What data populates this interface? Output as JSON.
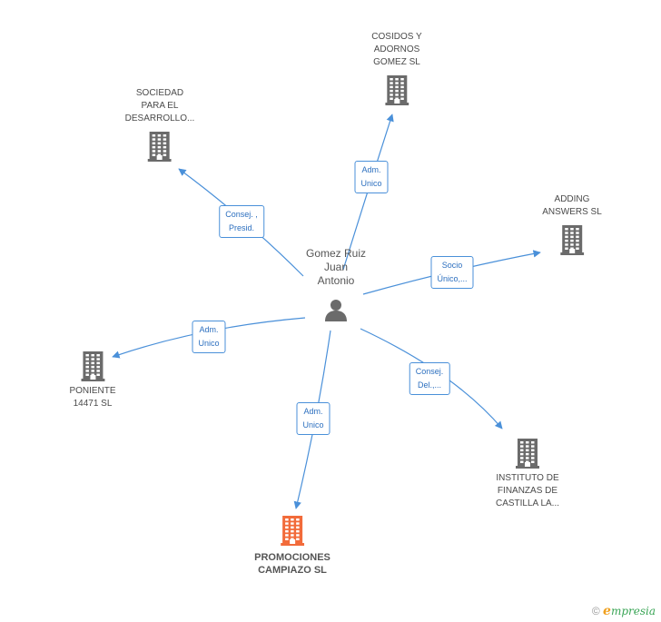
{
  "center": {
    "name_lines": [
      "Gomez Ruiz",
      "Juan",
      "Antonio"
    ],
    "icon": "person-icon"
  },
  "companies": [
    {
      "id": "sociedad",
      "lines": [
        "SOCIEDAD",
        "PARA EL",
        "DESARROLLO..."
      ],
      "icon": "building-icon",
      "color": "#6b6b6b"
    },
    {
      "id": "cosidos",
      "lines": [
        "COSIDOS Y",
        "ADORNOS",
        "GOMEZ SL"
      ],
      "icon": "building-icon",
      "color": "#6b6b6b"
    },
    {
      "id": "adding",
      "lines": [
        "ADDING",
        "ANSWERS SL"
      ],
      "icon": "building-icon",
      "color": "#6b6b6b"
    },
    {
      "id": "poniente",
      "lines": [
        "PONIENTE",
        "14471 SL"
      ],
      "icon": "building-icon",
      "color": "#6b6b6b"
    },
    {
      "id": "instituto",
      "lines": [
        "INSTITUTO DE",
        "FINANZAS DE",
        "CASTILLA LA..."
      ],
      "icon": "building-icon",
      "color": "#6b6b6b"
    },
    {
      "id": "promociones",
      "lines": [
        "PROMOCIONES",
        "CAMPIAZO SL"
      ],
      "icon": "building-icon",
      "color": "#f26b3a",
      "highlight": true
    }
  ],
  "edges": [
    {
      "to": "sociedad",
      "label_lines": [
        "Consej. ,",
        "Presid."
      ]
    },
    {
      "to": "cosidos",
      "label_lines": [
        "Adm.",
        "Unico"
      ]
    },
    {
      "to": "adding",
      "label_lines": [
        "Socio",
        "Único,..."
      ]
    },
    {
      "to": "poniente",
      "label_lines": [
        "Adm.",
        "Unico"
      ]
    },
    {
      "to": "instituto",
      "label_lines": [
        "Consej.",
        "Del.,..."
      ]
    },
    {
      "to": "promociones",
      "label_lines": [
        "Adm.",
        "Unico"
      ]
    }
  ],
  "colors": {
    "edge": "#4a90d9",
    "edge_label_text": "#2c6fbf",
    "person": "#6b6b6b"
  },
  "footer": {
    "copyright": "©",
    "brand_initial": "e",
    "brand_rest": "mpresia"
  }
}
